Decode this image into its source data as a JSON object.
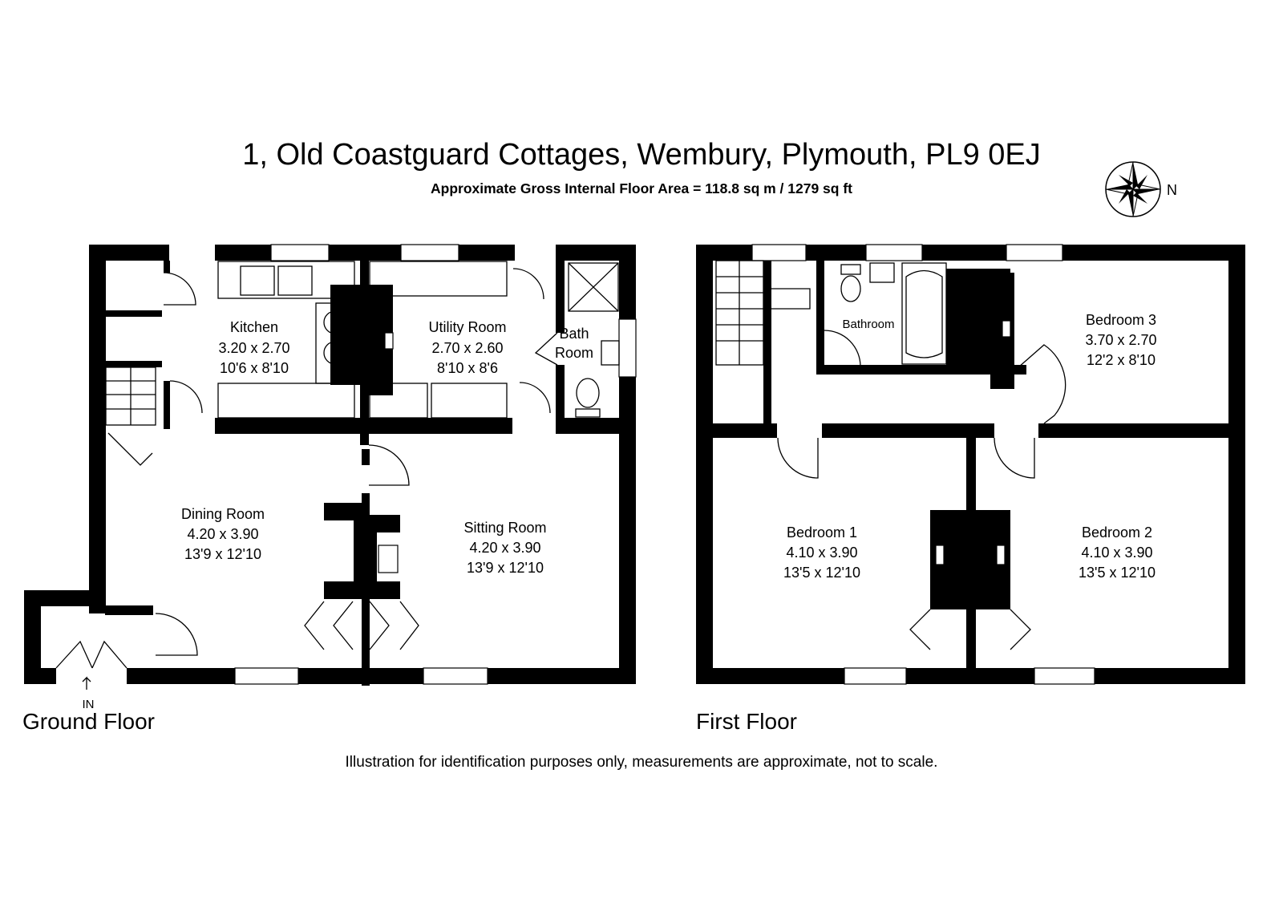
{
  "title": "1, Old Coastguard Cottages, Wembury, Plymouth, PL9 0EJ",
  "subtitle": "Approximate Gross Internal Floor Area  = 118.8 sq m / 1279 sq ft",
  "compass": {
    "label": "N"
  },
  "ground_floor": {
    "label": "Ground Floor",
    "entrance": "IN",
    "rooms": {
      "kitchen": {
        "name": "Kitchen",
        "metric": "3.20 x 2.70",
        "imperial": "10'6 x 8'10"
      },
      "utility": {
        "name": "Utility Room",
        "metric": "2.70 x 2.60",
        "imperial": "8'10 x 8'6"
      },
      "bath": {
        "name_line1": "Bath",
        "name_line2": "Room"
      },
      "dining": {
        "name": "Dining Room",
        "metric": "4.20 x 3.90",
        "imperial": "13'9 x 12'10"
      },
      "sitting": {
        "name": "Sitting Room",
        "metric": "4.20 x 3.90",
        "imperial": "13'9 x 12'10"
      }
    }
  },
  "first_floor": {
    "label": "First Floor",
    "rooms": {
      "bathroom": {
        "name": "Bathroom"
      },
      "bedroom3": {
        "name": "Bedroom 3",
        "metric": "3.70 x 2.70",
        "imperial": "12'2 x 8'10"
      },
      "bedroom1": {
        "name": "Bedroom 1",
        "metric": "4.10 x 3.90",
        "imperial": "13'5 x 12'10"
      },
      "bedroom2": {
        "name": "Bedroom 2",
        "metric": "4.10 x 3.90",
        "imperial": "13'5 x 12'10"
      }
    }
  },
  "disclaimer": "Illustration for identification purposes only, measurements are approximate, not to scale."
}
